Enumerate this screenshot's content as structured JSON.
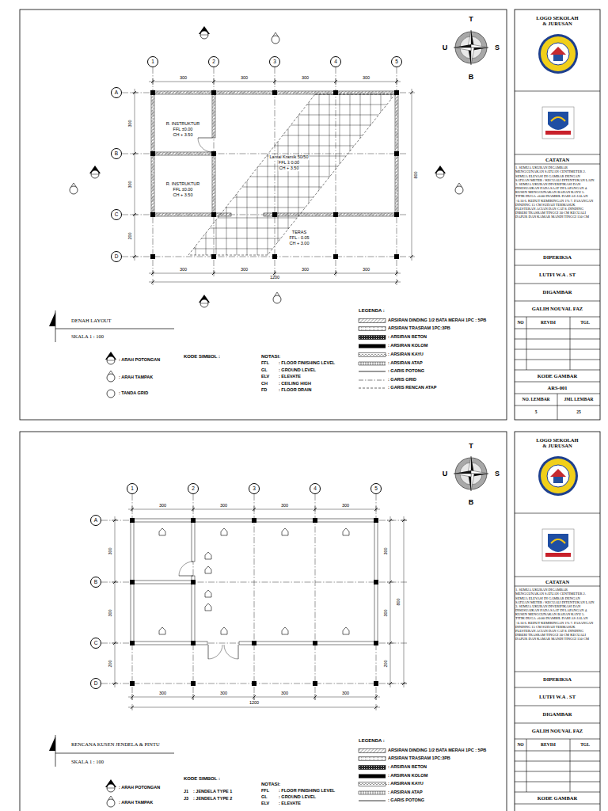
{
  "diagram": {
    "nodes": [
      {
        "text": [
          "1"
        ]
      },
      {
        "text": [
          "2"
        ]
      },
      {
        "text": [
          "3"
        ]
      },
      {
        "text": [
          "4"
        ]
      },
      {
        "text": [
          "5"
        ]
      },
      {
        "text": [
          "A"
        ]
      },
      {
        "text": [
          "B"
        ]
      },
      {
        "text": [
          "C"
        ]
      },
      {
        "text": [
          "D"
        ]
      },
      {
        "text": [
          "LOGO SEKOLAH & JURUSAN"
        ]
      },
      {
        "text": [
          "CATATAN"
        ]
      },
      {
        "text": [
          "1. SEMUA UKURAN DIGAMBAR MENGGUNAKAN SATUAN CENTIMETER 2. SEMUA ELEVASI DI GAMBAR DENGAN SATUAN METER / KECUALI DITENTUKAN LAIN 3. SEMUA UKURAN DIVERIFIKASI DAN DISESUAIKAN PADA SAAT DI LAPANGAN 4. KUSEN MENGGUNAKAN BAHAN KAYU 5. TITIK DUGA ±0.00 DIAMBIL DARI AS JALAN +0.10 6. KEDUT KEMIRINGAN 1% 7. PASANGAN DINDING 15 CM SUDAH TERMASUK PLESTERAN ACIAN DAN CAT 8. DINDING DIBERI TRASRAM TINGGI 30 CM KECUALI DAPUR DAN KAMAR MANDI TINGGI 150 CM"
        ]
      },
      {
        "text": [
          "DIPERIKSA"
        ]
      },
      {
        "text": [
          "LUTFI W.A . ST"
        ]
      },
      {
        "text": [
          "DIGAMBAR"
        ]
      },
      {
        "text": [
          "GALIH NOUVAL FAZ"
        ]
      },
      {
        "text": [
          "KODE GAMBAR"
        ]
      },
      {
        "text": [
          "ARS-001"
        ]
      },
      {
        "text": [
          "1"
        ]
      },
      {
        "text": [
          "2"
        ]
      },
      {
        "text": [
          "3"
        ]
      },
      {
        "text": [
          "4"
        ]
      },
      {
        "text": [
          "5"
        ]
      },
      {
        "text": [
          "A"
        ]
      },
      {
        "text": [
          "B"
        ]
      },
      {
        "text": [
          "C"
        ]
      },
      {
        "text": [
          "D"
        ]
      },
      {
        "text": [
          "LOGO SEKOLAH & JURUSAN"
        ]
      },
      {
        "text": [
          "CATATAN"
        ]
      },
      {
        "text": [
          "1. SEMUA UKURAN DIGAMBAR MENGGUNAKAN SATUAN CENTIMETER 2. SEMUA ELEVASI DI GAMBAR DENGAN SATUAN METER / KECUALI DITENTUKAN LAIN 3. SEMUA UKURAN DIVERIFIKASI DAN DISESUAIKAN PADA SAAT DI LAPANGAN 4. KUSEN MENGGUNAKAN BAHAN KAYU 5. TITIK DUGA ±0.00 DIAMBIL DARI AS JALAN +0.10 6. KEDUT KEMIRINGAN 1% 7. PASANGAN DINDING 15 CM SUDAH TERMASUK PLESTERAN ACIAN DAN CAT 8. DINDING DIBERI TRASRAM TINGGI 30 CM KECUALI DAPUR DAN KAMAR MANDI TINGGI 150 CM"
        ]
      },
      {
        "text": [
          "DIPERIKSA"
        ]
      },
      {
        "text": [
          "LUTFI W.A . ST"
        ]
      },
      {
        "text": [
          "DIGAMBAR"
        ]
      },
      {
        "text": [
          "GALIH NOUVAL FAZ"
        ]
      },
      {
        "text": [
          "KODE GAMBAR"
        ]
      }
    ],
    "labels": [
      "300",
      "300",
      "300",
      "300",
      "300",
      "300",
      "200",
      "800",
      "300",
      "300",
      "300",
      "300",
      "1200",
      "R. INSTRUKTUR",
      "FFL ±0.00",
      "CH + 3.50",
      "R. INSTRUKTUR",
      "FFL ±0.00",
      "CH + 3.50",
      "Lantai Kramik 50/50",
      "FFL ± 0.00",
      "CH + 3.50",
      "TERAS",
      "FFL - 0.05",
      "CH + 3.00",
      "T",
      "U",
      "S",
      "B",
      "DENAH LAYOUT",
      "SKALA 1 : 100",
      "KODE SIMBOL :",
      ": ARAH POTONGAN",
      ": ARAH TAMPAK",
      ": TANDA GRID",
      "NOTASI:",
      "FFL",
      ": FLOOR FINISHING LEVEL",
      "GL",
      ": GROUND LEVEL",
      "ELV",
      ": ELEVATE",
      "CH",
      ": CEILING HIGH",
      "FD",
      ": FLOOR DRAIN",
      "LEGENDA :",
      "NO",
      "REVISI",
      "TGL",
      "NO. LEMBAR",
      "JML LEMBAR",
      "5",
      "25",
      "300",
      "300",
      "300",
      "300",
      "300",
      "300",
      "200",
      "300",
      "300",
      "200",
      "800",
      "300",
      "300",
      "300",
      "300",
      "1200",
      "T",
      "U",
      "S",
      "B",
      "RENCANA KUSEN JENDELA & PINTU",
      "SKALA 1 : 100",
      "KODE SIMBOL :",
      "J1",
      ": JENDELA TYPE 1",
      "J3",
      ": JENDELA TYPE 2",
      ": ARAH POTONGAN",
      ": ARAH TAMPAK",
      "NOTASI:",
      "FFL",
      ": FLOOR FINISHING LEVEL",
      "GL",
      ": GROUND LEVEL",
      "ELV",
      ": ELEVATE",
      "LEGENDA :",
      "NO",
      "REVISI",
      "TGL"
    ],
    "legend": [
      {
        "text": "ARSIRAN DINDING 1/2 BATA MERAH 1PC : 5PB"
      },
      {
        "text": "ARSIRAN TRASRAM 1PC:3PB"
      },
      {
        "text": ": ARSIRAN BETON"
      },
      {
        "text": ": ARSIRAN KOLOM"
      },
      {
        "text": ": ARSIRAN KAYU"
      },
      {
        "text": ": ARSIRAN ATAP"
      },
      {
        "text": ": GARIS POTONG"
      },
      {
        "text": ": GARIS GRID"
      },
      {
        "text": ": GARIS RENCAN ATAP"
      },
      {
        "text": "ARSIRAN DINDING 1/2 BATA MERAH 1PC : 5PB"
      },
      {
        "text": "ARSIRAN TRASRAM 1PC:3PB"
      },
      {
        "text": ": ARSIRAN BETON"
      },
      {
        "text": ": ARSIRAN KOLOM"
      },
      {
        "text": ": ARSIRAN KAYU"
      },
      {
        "text": ": ARSIRAN ATAP"
      },
      {
        "text": ": GARIS POTONG"
      }
    ]
  }
}
